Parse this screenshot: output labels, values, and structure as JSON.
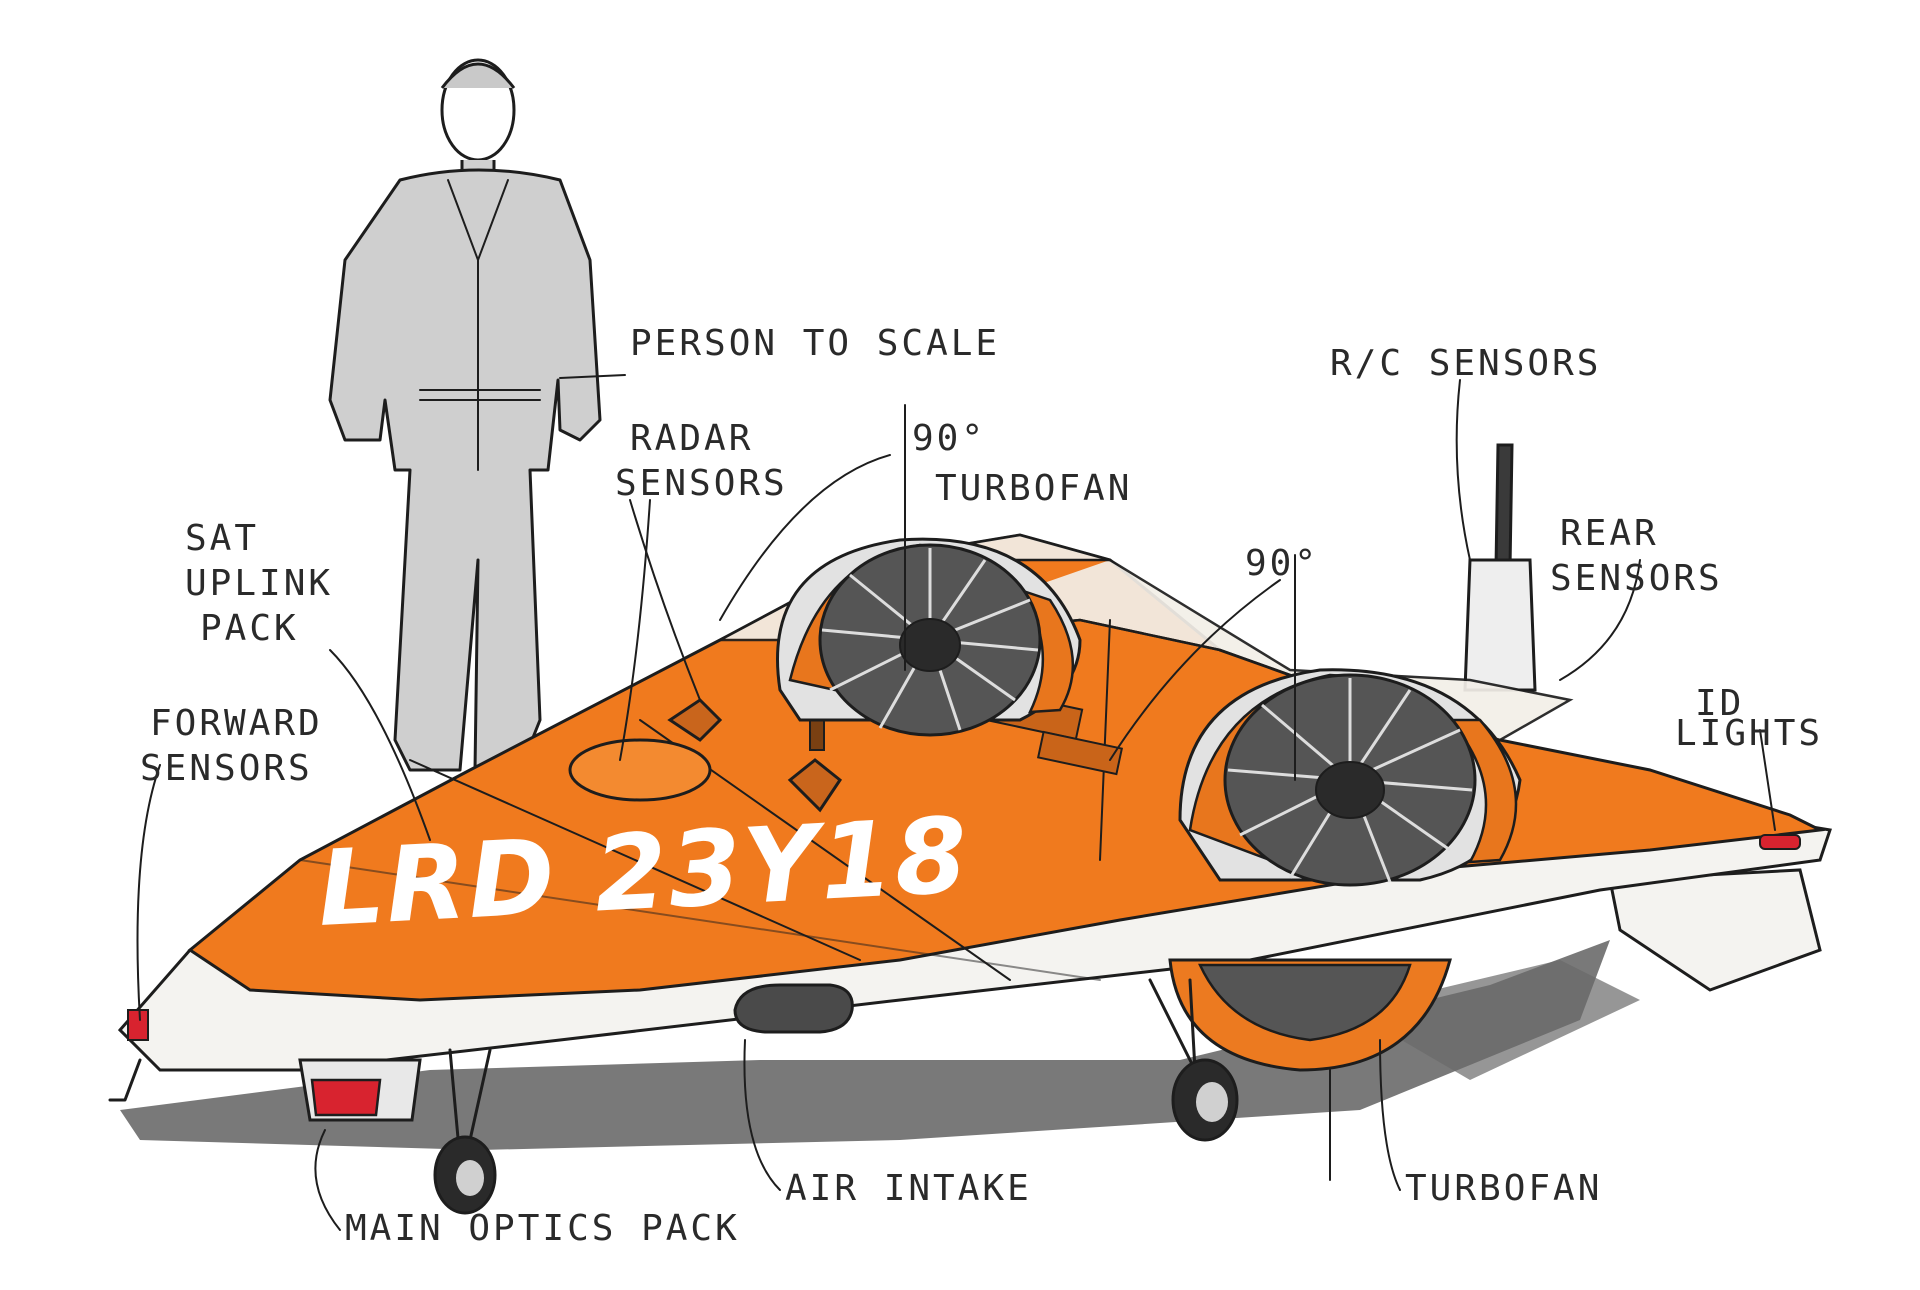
{
  "colors": {
    "body_orange": "#f07a1e",
    "hull_white": "#f4f3f0",
    "shadow_gray": "#5c5c5c",
    "person_gray": "#cfcfcf",
    "ink": "#1d1d1d",
    "light_red": "#d8232f"
  },
  "labels": {
    "person": "PERSON TO SCALE",
    "radar": [
      "RADAR",
      "SENSORS"
    ],
    "turbofan_top": [
      "90°",
      "TURBOFAN"
    ],
    "turbofan_rear_angle": "90°",
    "rc_sensors": "R/C SENSORS",
    "rear_sensors": [
      "REAR",
      "SENSORS"
    ],
    "sat_uplink": [
      "SAT",
      "UPLINK",
      "PACK"
    ],
    "forward_sensors": [
      "FORWARD",
      "SENSORS"
    ],
    "id_lights": [
      "ID",
      "LIGHTS"
    ],
    "main_optics": "MAIN OPTICS PACK",
    "air_intake": "AIR INTAKE",
    "turbofan_bottom": "TURBOFAN"
  },
  "livery": {
    "registration": "LRD 23Y18"
  }
}
